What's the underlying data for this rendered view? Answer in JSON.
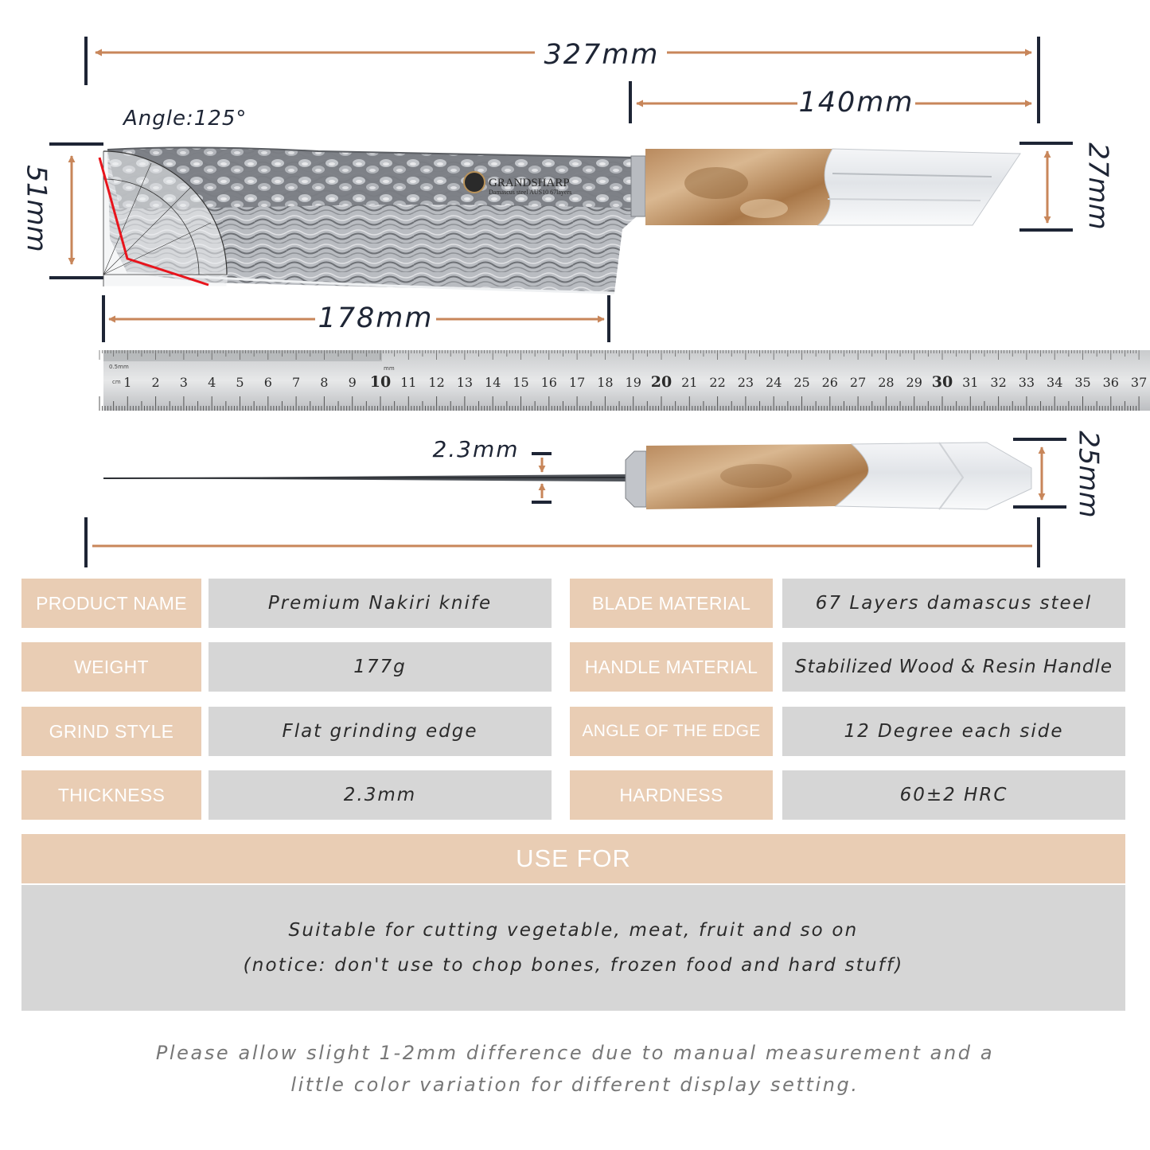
{
  "dimensions": {
    "total_length": "327mm",
    "handle_length": "140mm",
    "blade_length": "178mm",
    "blade_height": "51mm",
    "handle_height": "27mm",
    "thickness": "2.3mm",
    "handle_thickness": "25mm",
    "angle": "Angle:125°"
  },
  "ruler": {
    "unit_top": "0.5mm",
    "unit_cm": "cm",
    "unit_mm": "mm",
    "numbers": [
      "1",
      "2",
      "3",
      "4",
      "5",
      "6",
      "7",
      "8",
      "9",
      "10",
      "11",
      "12",
      "13",
      "14",
      "15",
      "16",
      "17",
      "18",
      "19",
      "20",
      "21",
      "22",
      "23",
      "24",
      "25",
      "26",
      "27",
      "28",
      "29",
      "30",
      "31",
      "32",
      "33",
      "34",
      "35",
      "36",
      "37"
    ]
  },
  "blade_logo": {
    "brand": "GRANDSHARP",
    "subtitle": "Damascus steel AUS10 67layers"
  },
  "specs": {
    "product_name_label": "PRODUCT NAME",
    "product_name_value": "Premium Nakiri knife",
    "blade_material_label": "BLADE MATERIAL",
    "blade_material_value": "67 Layers damascus steel",
    "weight_label": "WEIGHT",
    "weight_value": "177g",
    "handle_material_label": "HANDLE MATERIAL",
    "handle_material_value": "Stabilized Wood & Resin Handle",
    "grind_style_label": "GRIND STYLE",
    "grind_style_value": "Flat grinding edge",
    "edge_angle_label": "ANGLE OF THE EDGE",
    "edge_angle_value": "12 Degree each side",
    "thickness_label": "THICKNESS",
    "thickness_value": "2.3mm",
    "hardness_label": "HARDNESS",
    "hardness_value": "60±2 HRC"
  },
  "use_for": {
    "title": "USE FOR",
    "line1": "Suitable for cutting  vegetable, meat, fruit and so on",
    "line2": "(notice: don't use to chop bones, frozen food and hard stuff)"
  },
  "note": {
    "line1": "Please allow slight 1-2mm difference due to manual measurement and a",
    "line2": "little color variation for different display setting."
  },
  "colors": {
    "dimension_line": "#c8865a",
    "label_bg": "#e9cdb4",
    "value_bg": "#d6d6d6",
    "protractor_line": "#e8141c"
  }
}
